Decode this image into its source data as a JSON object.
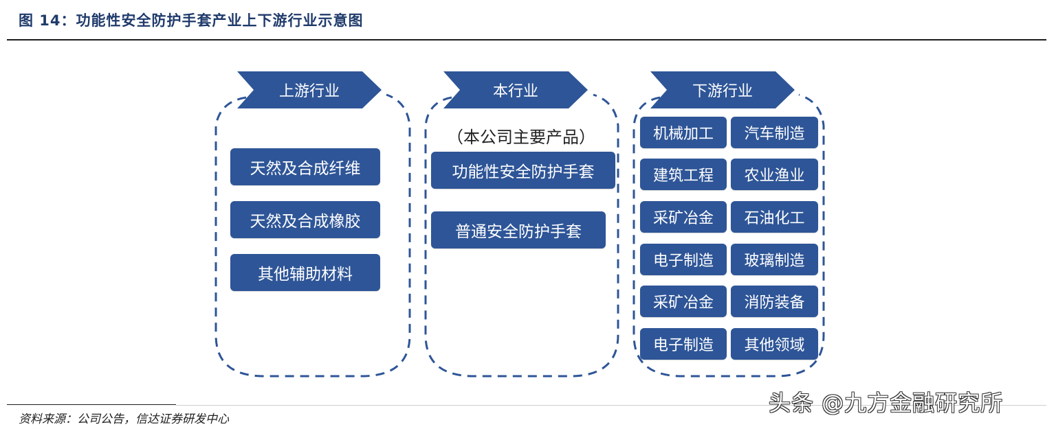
{
  "figure": {
    "title": "图 14：功能性安全防护手套产业上下游行业示意图",
    "source": "资料来源：公司公告，信达证券研发中心",
    "watermark": "头条 @九方金融研究所"
  },
  "colors": {
    "box_fill": "#2e5597",
    "box_text": "#ffffff",
    "frame_dash": "#2e5597",
    "title_text": "#1f3a6b"
  },
  "upstream": {
    "header": "上游行业",
    "items": [
      "天然及合成纤维",
      "天然及合成橡胶",
      "其他辅助材料"
    ]
  },
  "main": {
    "header": "本行业",
    "note": "（本公司主要产品）",
    "items": [
      "功能性安全防护手套",
      "普通安全防护手套"
    ]
  },
  "downstream": {
    "header": "下游行业",
    "rows": [
      [
        "机械加工",
        "汽车制造"
      ],
      [
        "建筑工程",
        "农业渔业"
      ],
      [
        "采矿冶金",
        "石油化工"
      ],
      [
        "电子制造",
        "玻璃制造"
      ],
      [
        "采矿冶金",
        "消防装备"
      ],
      [
        "电子制造",
        "其他领域"
      ]
    ]
  }
}
